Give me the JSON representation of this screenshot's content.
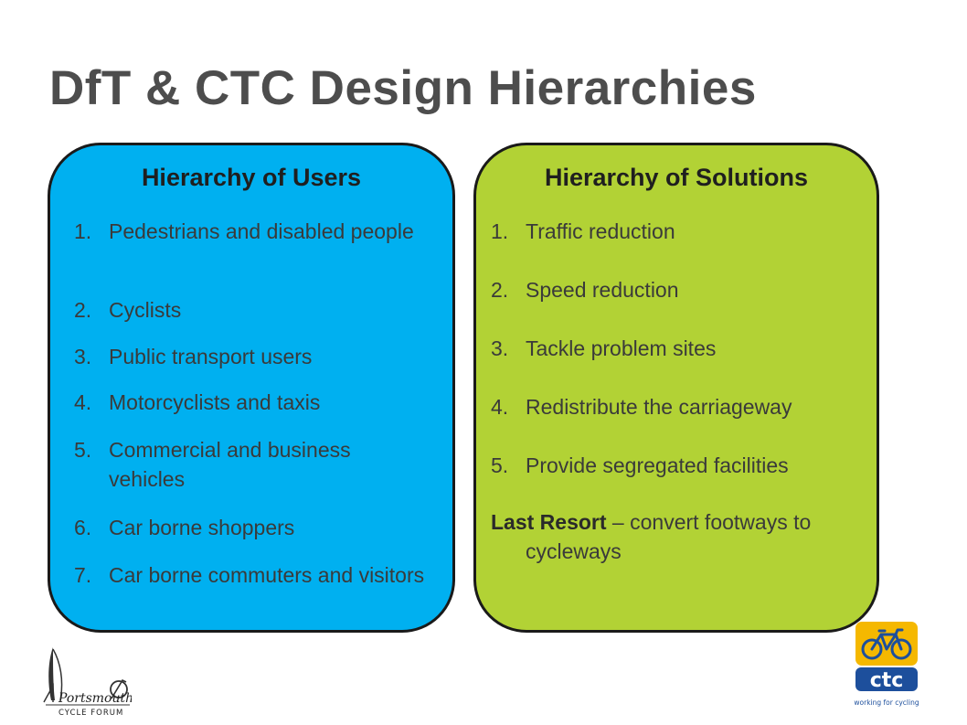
{
  "title": "DfT & CTC Design Hierarchies",
  "users": {
    "heading": "Hierarchy of Users",
    "items": [
      {
        "num": "1.",
        "text": "Pedestrians and disabled people"
      },
      {
        "num": "2.",
        "text": "Cyclists"
      },
      {
        "num": "3.",
        "text": "Public transport users"
      },
      {
        "num": "4.",
        "text": "Motorcyclists and taxis"
      },
      {
        "num": "5.",
        "text": "Commercial and business vehicles"
      },
      {
        "num": "6.",
        "text": "Car borne shoppers"
      },
      {
        "num": "7.",
        "text": "Car borne commuters and visitors"
      }
    ]
  },
  "solutions": {
    "heading": "Hierarchy of Solutions",
    "items": [
      {
        "num": "1.",
        "text": "Traffic reduction"
      },
      {
        "num": "2.",
        "text": "Speed reduction"
      },
      {
        "num": "3.",
        "text": "Tackle problem sites"
      },
      {
        "num": "4.",
        "text": "Redistribute the carriageway"
      },
      {
        "num": "5.",
        "text": "Provide segregated facilities"
      }
    ],
    "last_label": "Last Resort",
    "last_text": " – convert footways to cycleways"
  },
  "logos": {
    "left_name": "Portsmouth",
    "left_sub": "CYCLE FORUM",
    "right_name": "ctc",
    "right_tagline": "working for cycling"
  },
  "colors": {
    "users_panel": "#00b0f0",
    "solutions_panel": "#b2d235",
    "ctc_yellow": "#f5b800",
    "ctc_blue": "#1d4f9c"
  }
}
